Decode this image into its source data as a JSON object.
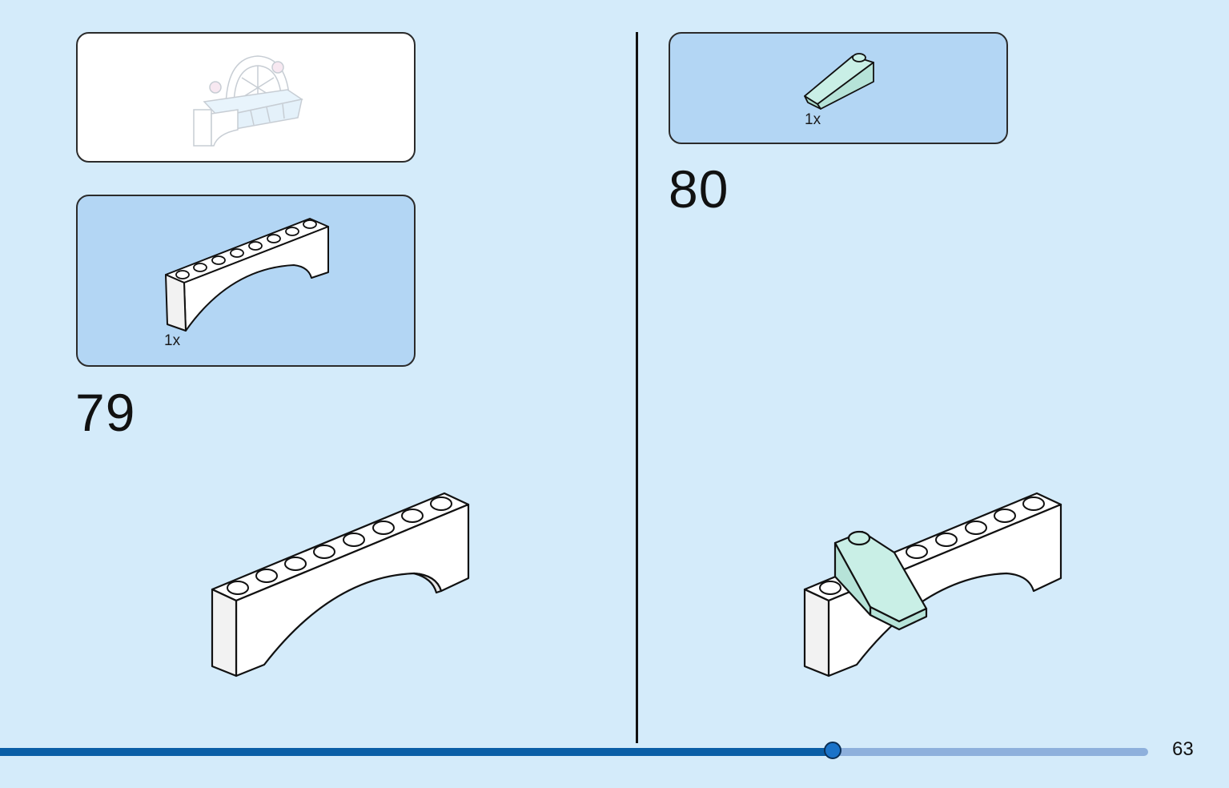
{
  "page": {
    "number": "63",
    "progress_fraction": 0.725
  },
  "left": {
    "preview_panel": {
      "label": ""
    },
    "parts_panel": {
      "qty": "1x"
    },
    "step_number": "79"
  },
  "right": {
    "parts_panel": {
      "qty": "1x"
    },
    "step_number": "80"
  },
  "icons": {
    "preview": "assembly-preview-icon",
    "arch_part": "arch-brick-icon",
    "slope_part": "slope-brick-icon"
  },
  "colors": {
    "background": "#d4ebfa",
    "panel_blue": "#b3d6f4",
    "progress_fill": "#0a5ea6",
    "progress_track": "#8eb0dc",
    "slope_part": "#c9efe6"
  }
}
